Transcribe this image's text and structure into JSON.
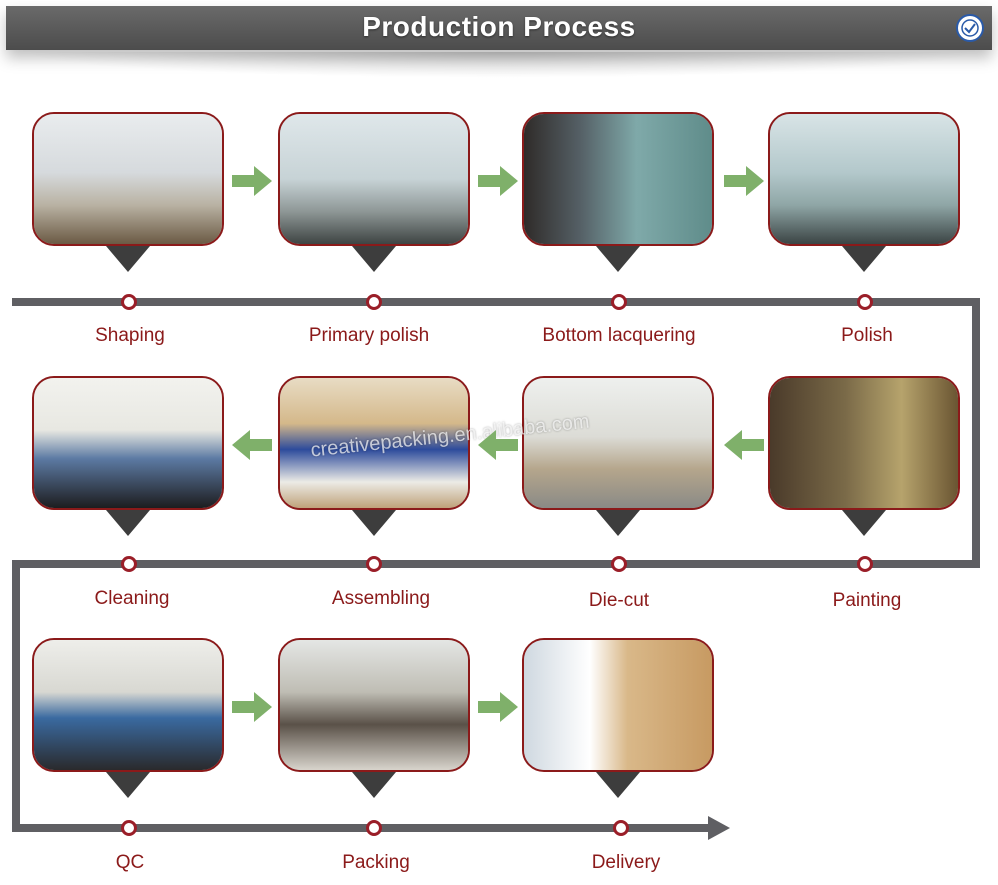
{
  "header": {
    "title": "Production Process"
  },
  "badge_icon": "certification-seal-icon",
  "steps": {
    "shaping": {
      "label": "Shaping",
      "photo": "workshop-photo"
    },
    "primary_polish": {
      "label": "Primary polish",
      "photo": "workshop-photo"
    },
    "bottom_lacquering": {
      "label": "Bottom lacquering",
      "photo": "workshop-photo"
    },
    "polish": {
      "label": "Polish",
      "photo": "workshop-photo"
    },
    "painting": {
      "label": "Painting",
      "photo": "workshop-photo"
    },
    "die_cut": {
      "label": "Die-cut",
      "photo": "workshop-photo"
    },
    "assembling": {
      "label": "Assembling",
      "photo": "workshop-photo"
    },
    "cleaning": {
      "label": "Cleaning",
      "photo": "workshop-photo"
    },
    "qc": {
      "label": "QC",
      "photo": "workshop-photo"
    },
    "packing": {
      "label": "Packing",
      "photo": "workshop-photo"
    },
    "delivery": {
      "label": "Delivery",
      "photo": "warehouse-photo"
    }
  },
  "watermark": "creativepacking.en.alibaba.com",
  "colors": {
    "header": "#555555",
    "accent": "#8b1a1a",
    "track": "#5f5f63",
    "flow_arrow": "#7fb06a"
  }
}
